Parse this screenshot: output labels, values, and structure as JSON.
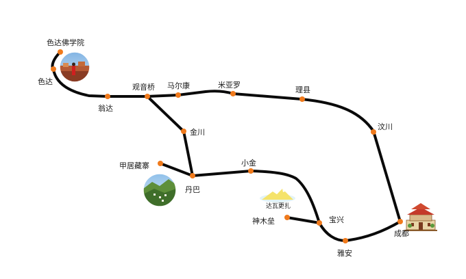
{
  "colors": {
    "route": "#0a0a0a",
    "stop": "#f07a1c",
    "background": "#ffffff"
  },
  "places": {
    "seda_academy": "色达佛学院",
    "seda": "色达",
    "wengda": "翁达",
    "guanyinqiao": "观音桥",
    "maerkang": "马尔康",
    "miyaluo": "米亚罗",
    "lixian": "理县",
    "wenchuan": "汶川",
    "jinchuan": "金川",
    "jiaju": "甲居藏寨",
    "danba": "丹巴",
    "xiaojin": "小金",
    "dawagengzha": "达瓦更扎",
    "baoxing": "宝兴",
    "shenmulei": "神木垒",
    "yaan": "雅安",
    "chengdu": "成都"
  },
  "icons": {
    "seda_photo": "seda-temple-photo-icon",
    "danba_photo": "danba-valley-photo-icon",
    "dawagengzha_mountain": "mountain-icon",
    "chengdu_landmark": "pagoda-gate-icon"
  }
}
